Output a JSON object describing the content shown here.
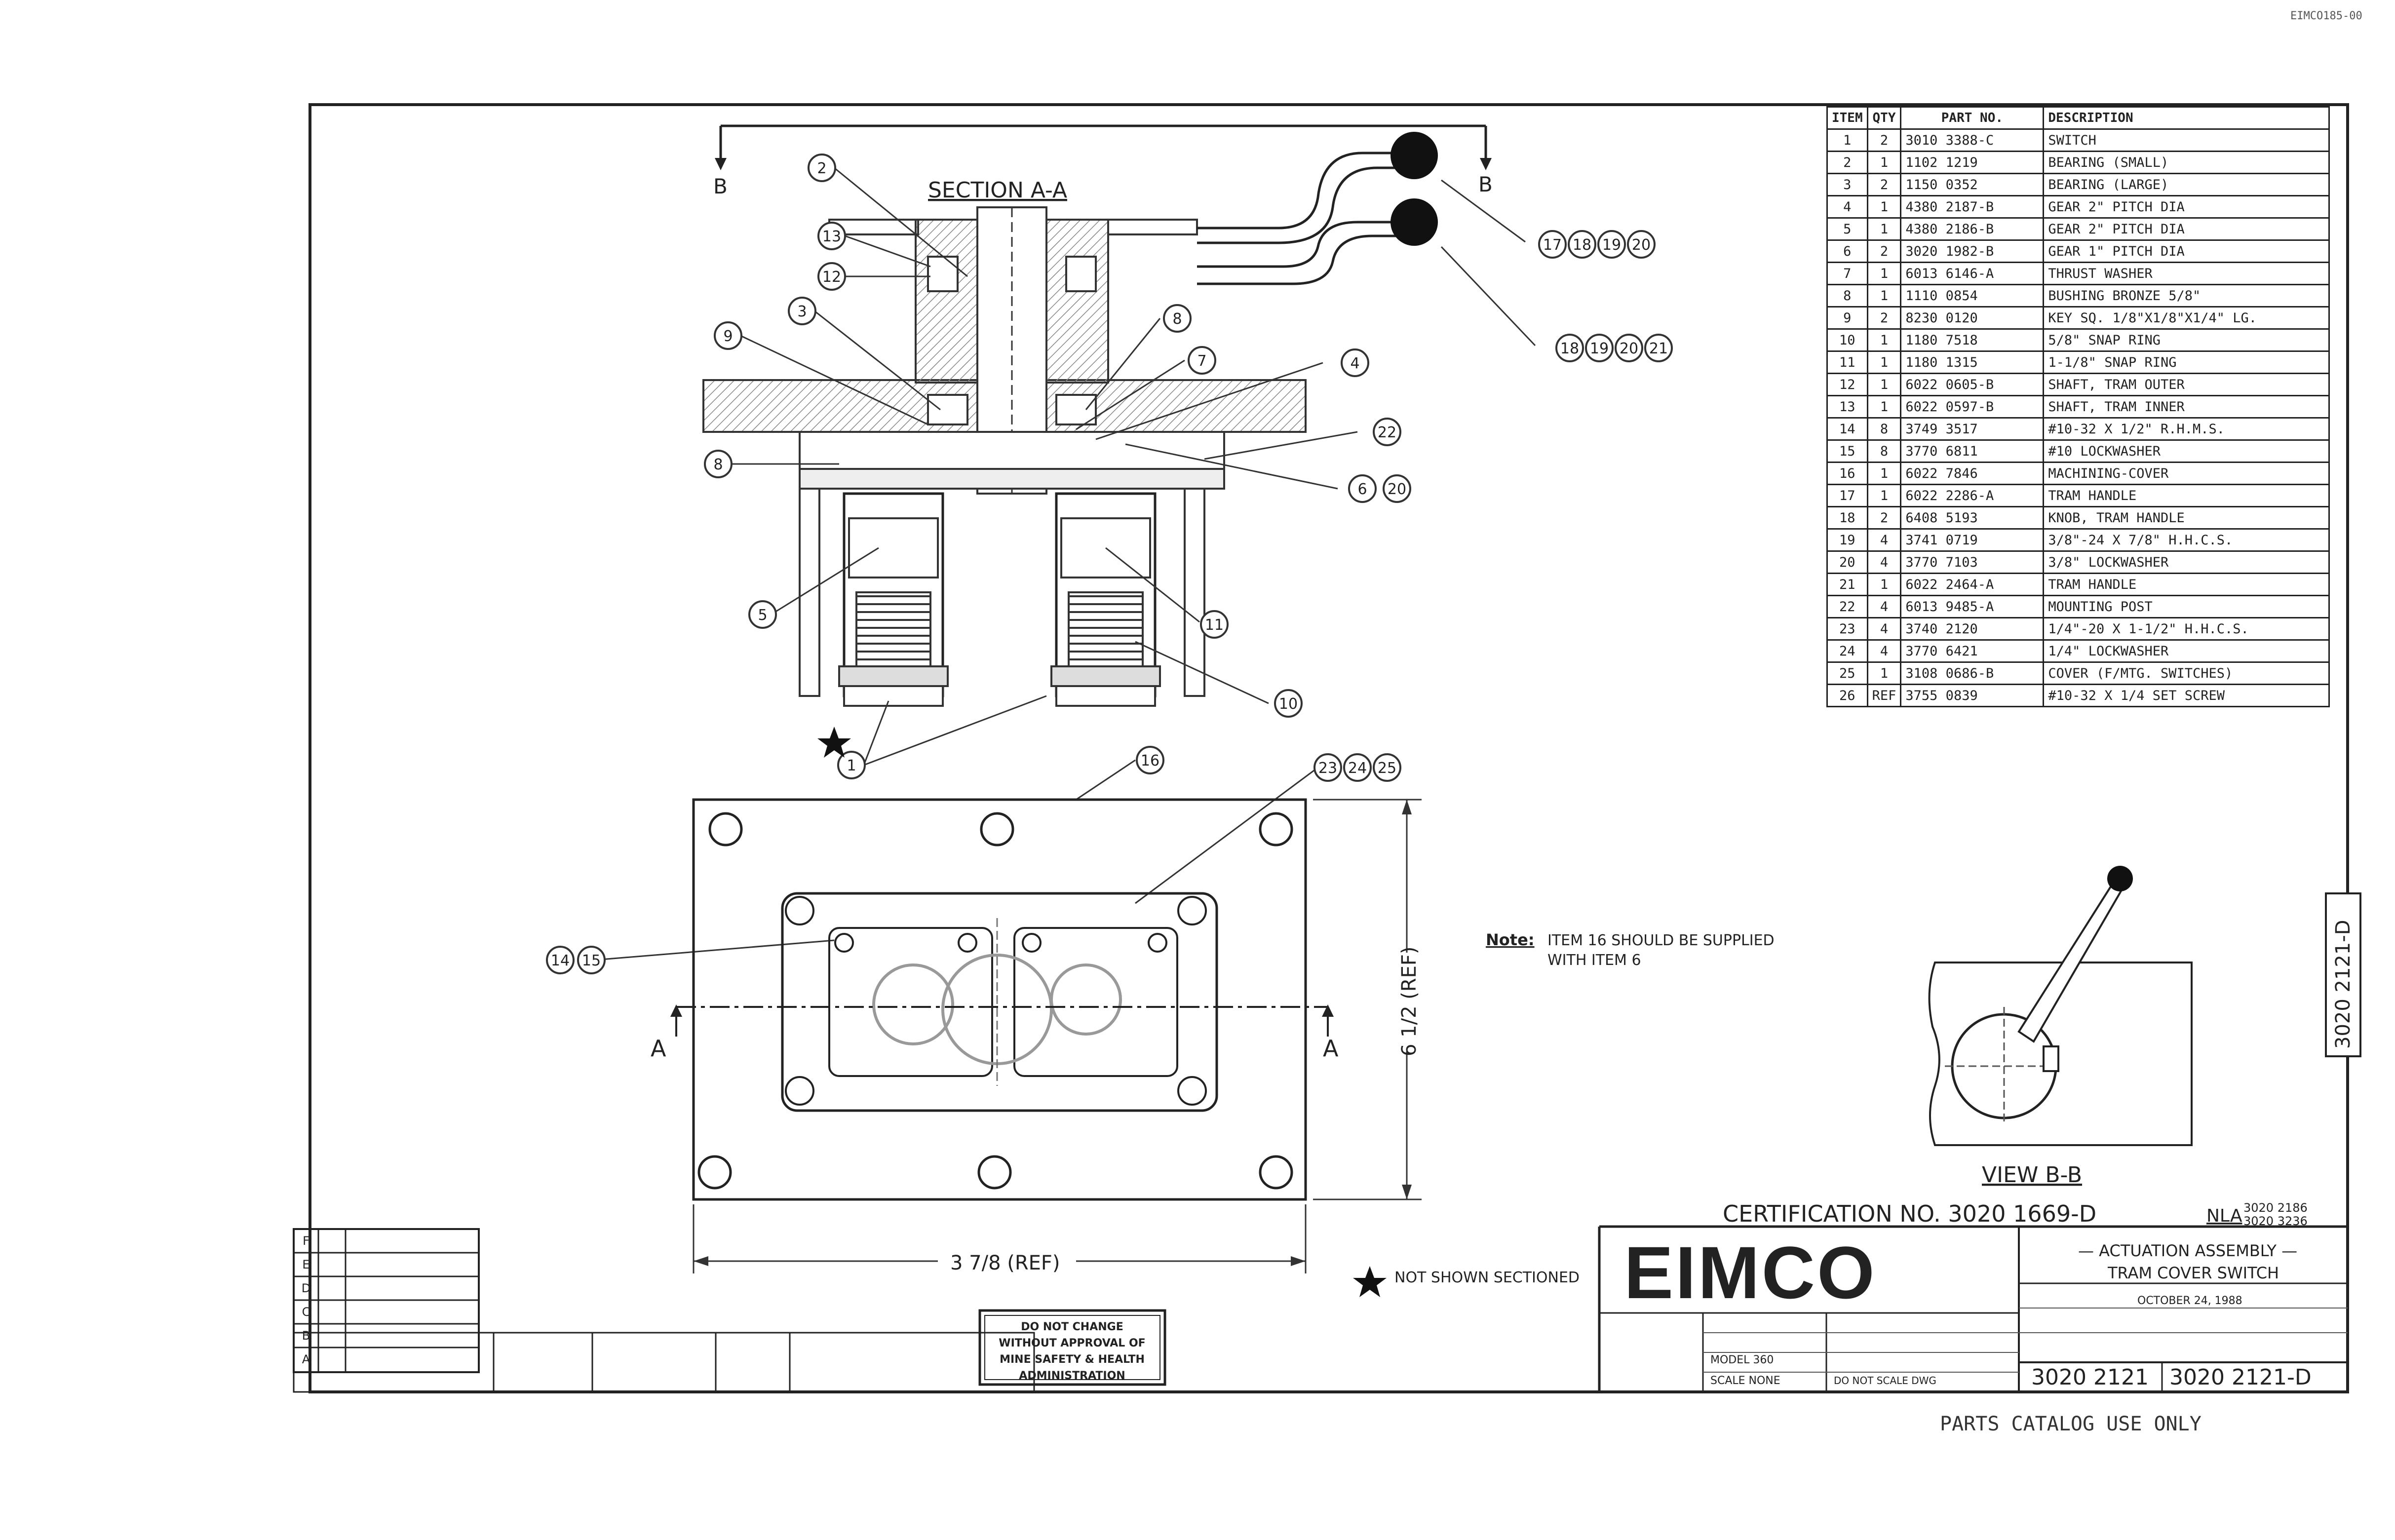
{
  "sheet_id": "EIMCO185-00",
  "section_title": "SECTION A-A",
  "view_title": "VIEW B-B",
  "section_marks": {
    "b": "B",
    "a": "A"
  },
  "callouts": {
    "c2": "2",
    "c13": "13",
    "c12": "12",
    "c3": "3",
    "c9": "9",
    "c8a": "8",
    "c8b": "8",
    "c7": "7",
    "c4": "4",
    "c22": "22",
    "c6": "6",
    "c20": "20",
    "c5": "5",
    "c11": "11",
    "c10": "10",
    "c1": "1",
    "c16": "16",
    "c23": "23",
    "c24": "24",
    "c25": "25",
    "c14": "14",
    "c15": "15",
    "c17": "17",
    "c18": "18",
    "c19": "19",
    "c20b": "20",
    "c18b": "18",
    "c19b": "19",
    "c20c": "20",
    "c21": "21"
  },
  "dims": {
    "width": "3 7/8 (REF)",
    "height": "6 1/2 (REF)"
  },
  "note": {
    "label": "Note:",
    "text_1": "ITEM 16 SHOULD BE SUPPLIED",
    "text_2": "WITH ITEM 6"
  },
  "star_note": "NOT SHOWN SECTIONED",
  "parts_list": {
    "headers": [
      "ITEM",
      "QTY",
      "PART NO.",
      "DESCRIPTION"
    ],
    "rows": [
      [
        "1",
        "2",
        "3010 3388-C",
        "SWITCH"
      ],
      [
        "2",
        "1",
        "1102 1219",
        "BEARING (SMALL)"
      ],
      [
        "3",
        "2",
        "1150 0352",
        "BEARING (LARGE)"
      ],
      [
        "4",
        "1",
        "4380 2187-B",
        "GEAR 2\" PITCH DIA"
      ],
      [
        "5",
        "1",
        "4380 2186-B",
        "GEAR 2\" PITCH DIA"
      ],
      [
        "6",
        "2",
        "3020 1982-B",
        "GEAR 1\" PITCH DIA"
      ],
      [
        "7",
        "1",
        "6013 6146-A",
        "THRUST WASHER"
      ],
      [
        "8",
        "1",
        "1110 0854",
        "BUSHING BRONZE 5/8\""
      ],
      [
        "9",
        "2",
        "8230 0120",
        "KEY SQ. 1/8\"X1/8\"X1/4\" LG."
      ],
      [
        "10",
        "1",
        "1180 7518",
        "5/8\" SNAP RING"
      ],
      [
        "11",
        "1",
        "1180 1315",
        "1-1/8\" SNAP RING"
      ],
      [
        "12",
        "1",
        "6022 0605-B",
        "SHAFT, TRAM OUTER"
      ],
      [
        "13",
        "1",
        "6022 0597-B",
        "SHAFT, TRAM INNER"
      ],
      [
        "14",
        "8",
        "3749 3517",
        "#10-32 X 1/2\" R.H.M.S."
      ],
      [
        "15",
        "8",
        "3770 6811",
        "#10 LOCKWASHER"
      ],
      [
        "16",
        "1",
        "6022 7846",
        "MACHINING-COVER"
      ],
      [
        "17",
        "1",
        "6022 2286-A",
        "TRAM HANDLE"
      ],
      [
        "18",
        "2",
        "6408 5193",
        "KNOB, TRAM HANDLE"
      ],
      [
        "19",
        "4",
        "3741 0719",
        "3/8\"-24 X 7/8\" H.H.C.S."
      ],
      [
        "20",
        "4",
        "3770 7103",
        "3/8\" LOCKWASHER"
      ],
      [
        "21",
        "1",
        "6022 2464-A",
        "TRAM HANDLE"
      ],
      [
        "22",
        "4",
        "6013 9485-A",
        "MOUNTING POST"
      ],
      [
        "23",
        "4",
        "3740 2120",
        "1/4\"-20 X 1-1/2\" H.H.C.S."
      ],
      [
        "24",
        "4",
        "3770 6421",
        "1/4\" LOCKWASHER"
      ],
      [
        "25",
        "1",
        "3108 0686-B",
        "COVER (F/MTG. SWITCHES)"
      ],
      [
        "26",
        "REF",
        "3755 0839",
        "#10-32 X 1/4 SET SCREW"
      ]
    ]
  },
  "side_tab": "3020 2121-D",
  "certification": "CERTIFICATION NO. 3020 1669-D",
  "nla": {
    "label": "NLA",
    "n1": "3020 2186",
    "n2": "3020 3236"
  },
  "title_block": {
    "company": "EIMCO",
    "title_1": "— ACTUATION ASSEMBLY —",
    "title_2": "TRAM COVER SWITCH",
    "model_label": "MODEL 360",
    "scale_label": "SCALE NONE",
    "do_not_scale": "DO NOT SCALE DWG",
    "date": "OCTOBER 24, 1988",
    "dwg_no": "3020 2121",
    "dwg_no_rev": "3020 2121-D"
  },
  "rev_letters": [
    "F",
    "E",
    "D",
    "C",
    "B",
    "A"
  ],
  "stamp": {
    "l1": "DO NOT CHANGE",
    "l2": "WITHOUT APPROVAL OF",
    "l3": "MINE SAFETY & HEALTH",
    "l4": "ADMINISTRATION"
  },
  "footer": "PARTS CATALOG USE ONLY"
}
